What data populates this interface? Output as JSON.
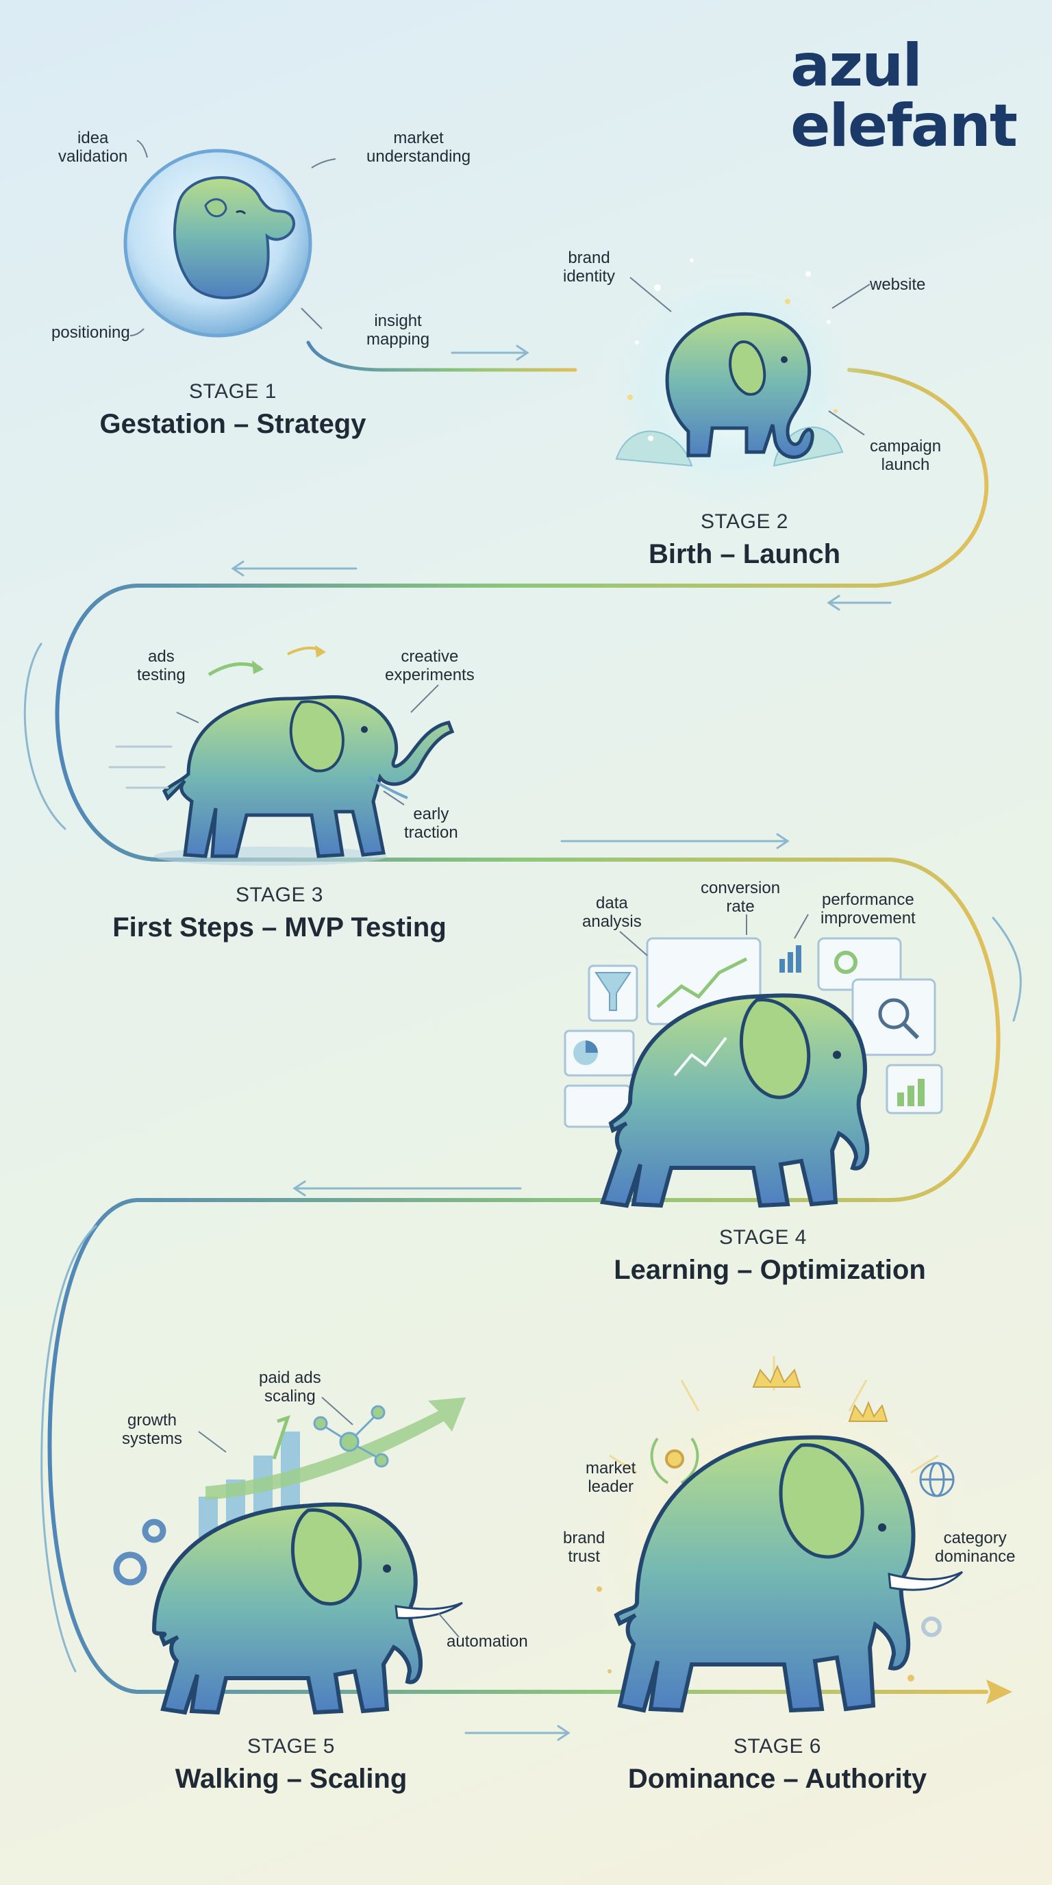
{
  "brand": {
    "line1": "azul",
    "line2": "elefant"
  },
  "colors": {
    "brand_navy": "#1b3a67",
    "path_blue": "#4f86b8",
    "path_green": "#8fc77a",
    "path_gold": "#e1bf5a"
  },
  "stages": [
    {
      "number": "STAGE 1",
      "title": "Gestation – Strategy",
      "labels": [
        [
          "idea",
          "validation"
        ],
        [
          "market",
          "understanding"
        ],
        [
          "positioning"
        ],
        [
          "insight",
          "mapping"
        ]
      ]
    },
    {
      "number": "STAGE 2",
      "title": "Birth – Launch",
      "labels": [
        [
          "brand",
          "identity"
        ],
        [
          "website"
        ],
        [
          "campaign",
          "launch"
        ]
      ]
    },
    {
      "number": "STAGE 3",
      "title": "First Steps – MVP Testing",
      "labels": [
        [
          "ads",
          "testing"
        ],
        [
          "creative",
          "experiments"
        ],
        [
          "early",
          "traction"
        ]
      ]
    },
    {
      "number": "STAGE 4",
      "title": "Learning – Optimization",
      "labels": [
        [
          "data",
          "analysis"
        ],
        [
          "conversion",
          "rate"
        ],
        [
          "performance",
          "improvement"
        ]
      ]
    },
    {
      "number": "STAGE 5",
      "title": "Walking – Scaling",
      "labels": [
        [
          "paid ads",
          "scaling"
        ],
        [
          "growth",
          "systems"
        ],
        [
          "automation"
        ]
      ]
    },
    {
      "number": "STAGE 6",
      "title": "Dominance – Authority",
      "labels": [
        [
          "market",
          "leader"
        ],
        [
          "brand",
          "trust"
        ],
        [
          "category",
          "dominance"
        ]
      ]
    }
  ],
  "icons": [
    "crown-icon",
    "laurel-icon",
    "globe-icon",
    "gear-icon",
    "magnifier-icon",
    "funnel-icon",
    "pie-chart-icon",
    "bar-chart-icon",
    "network-icon",
    "growth-arrow-icon"
  ]
}
